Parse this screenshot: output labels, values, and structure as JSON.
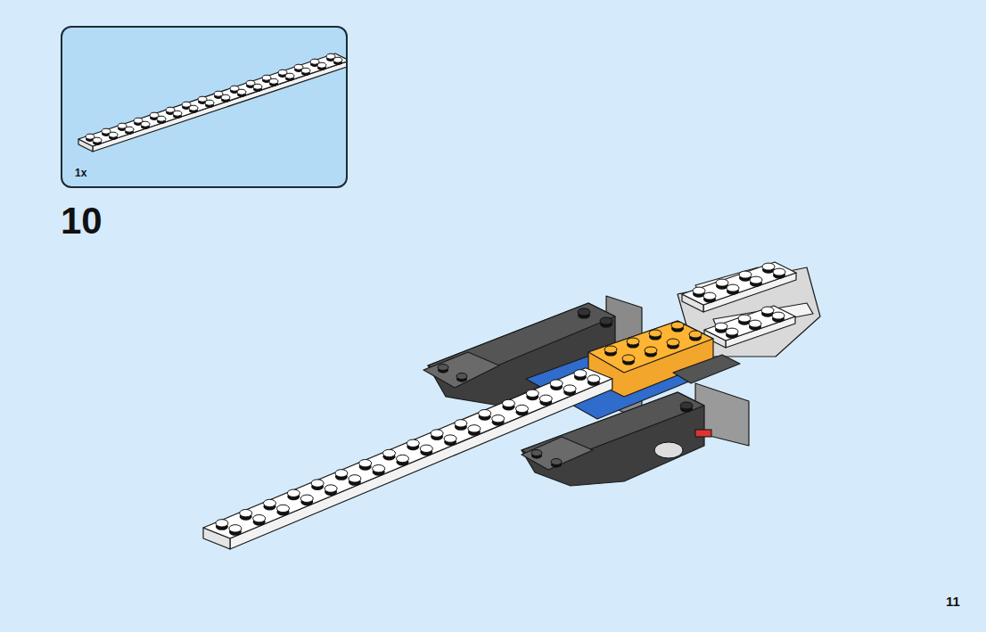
{
  "diagram": {
    "nodes": [
      {
        "text": [
          "1x"
        ]
      }
    ],
    "labels": [
      "10",
      "11"
    ]
  }
}
